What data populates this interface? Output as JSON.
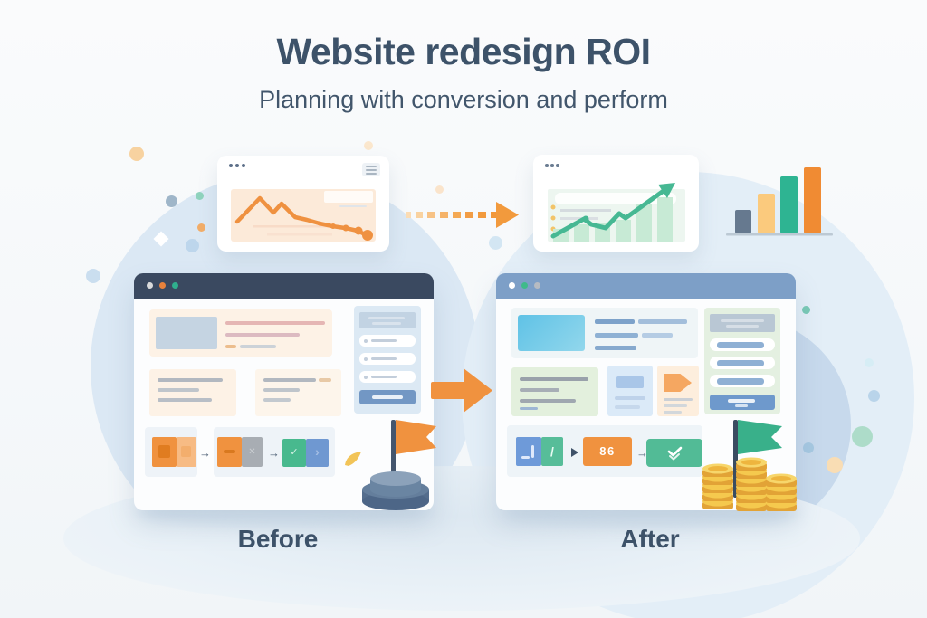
{
  "header": {
    "title": "Website redesign ROI",
    "subtitle": "Planning with conversion and perform"
  },
  "labels": {
    "before": "Before",
    "after": "After"
  },
  "after_window": {
    "score_badge": "86"
  },
  "palette": {
    "orange": "#f0923f",
    "teal_green": "#2eb492",
    "blue": "#6f97d0",
    "navy_titlebar": "#3a4960",
    "light_titlebar": "#7d9fc7",
    "heading_text": "#3d5269",
    "gold": "#f5c94e",
    "light_blue_blob": "#dbe8f4"
  },
  "icons": {
    "menu-icon": "hamburger lines",
    "window-controls": "three traffic-light dots",
    "declining-line-chart": "orange downward trend line with markers",
    "rising-line-chart": "green upward trend arrow over bars",
    "bar-chart-icon": "four ascending bars",
    "dashed-arrow-icon": "orange dashed arrow pointing right",
    "transition-arrow-icon": "solid orange arrow pointing right",
    "step-arrow-icon": "small right arrow",
    "check-icon": "double checkmark",
    "orange-flag-icon": "orange flag on pedestal",
    "green-flag-icon": "green flag",
    "coin-stack-icon": "stacked gold coins",
    "leaf-icon": "small sprout leaf"
  },
  "illustrations": {
    "before_thumbnail_trend": "declining",
    "after_thumbnail_trend": "rising",
    "bar_chart_relative_heights": [
      26,
      44,
      63,
      73
    ],
    "bar_chart_colors": [
      "#66798f",
      "#fbca7d",
      "#2eb492",
      "#f08b33"
    ],
    "after_thumbnail_bar_heights": [
      14,
      19,
      21,
      24,
      41,
      49
    ]
  }
}
